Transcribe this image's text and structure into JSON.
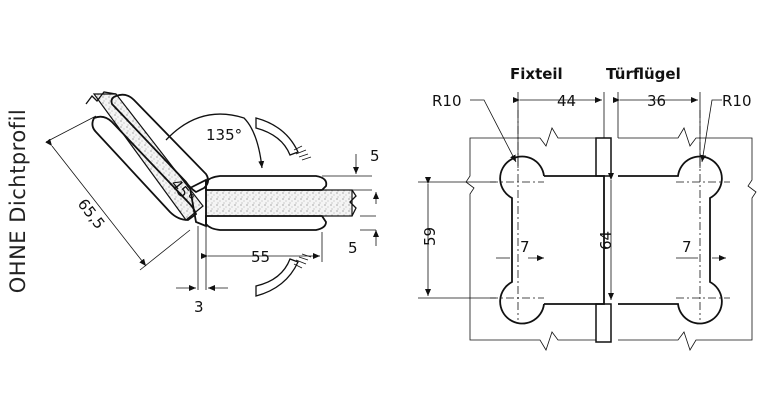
{
  "diagram": {
    "side_label": "OHNE Dichtprofil",
    "left_view": {
      "angle_outer": "135°",
      "angle_inner": "45°",
      "dim_diagonal": "65,5",
      "dim_horizontal": "55",
      "dim_offset": "3",
      "dim_top": "5",
      "dim_bottom": "5"
    },
    "right_view": {
      "header_fixed": "Fixteil",
      "header_door": "Türflügel",
      "radius_left": "R10",
      "radius_right": "R10",
      "dim_top_left": "44",
      "dim_top_right": "36",
      "dim_height_left": "59",
      "dim_height_center": "64",
      "dim_slot_left": "7",
      "dim_slot_right": "7"
    }
  }
}
